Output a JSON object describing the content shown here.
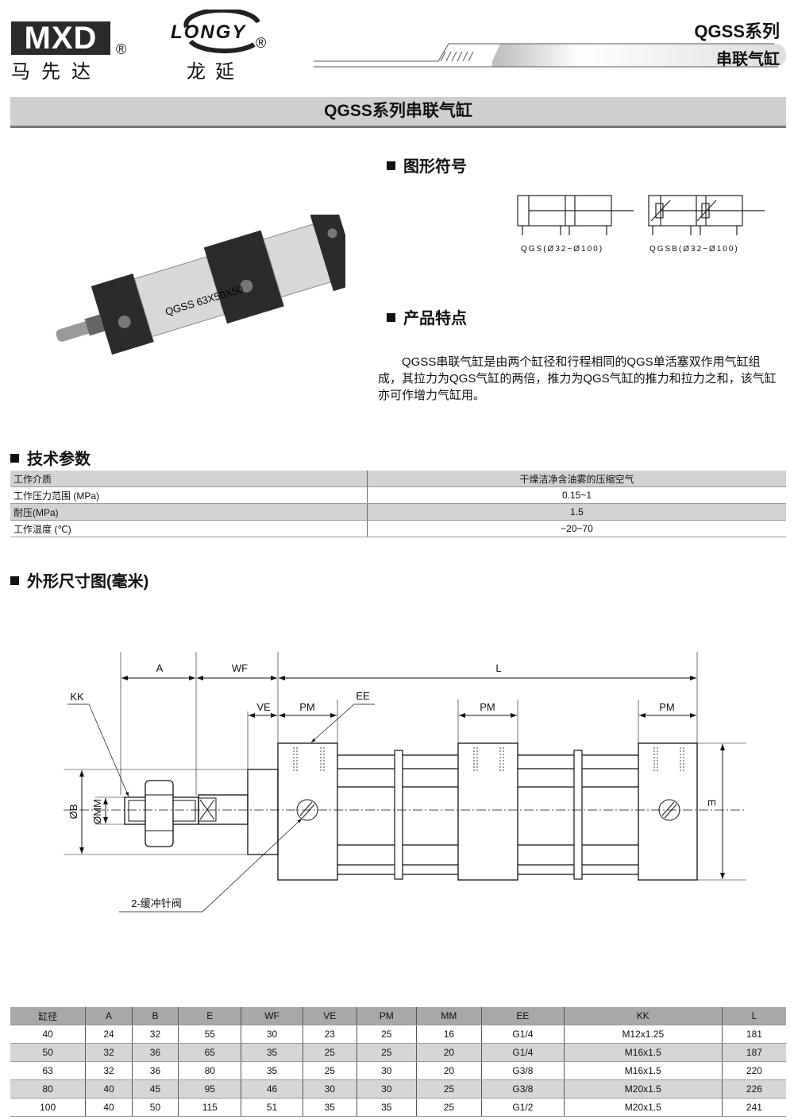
{
  "header": {
    "mxd_logo": "MXD",
    "mxd_cn": "马先达",
    "longy_logo": "LONGY",
    "longy_cn": "龙延",
    "registered": "®",
    "series": "QGSS系列",
    "subseries": "串联气缸"
  },
  "title": "QGSS系列串联气缸",
  "symbol": {
    "heading": "图形符号",
    "labels": [
      "QGS(Ø32−Ø100)",
      "QGSB(Ø32−Ø100)"
    ]
  },
  "features": {
    "heading": "产品特点",
    "text": "QGSS串联气缸是由两个缸径和行程相同的QGS单活塞双作用气缸组成，其拉力为QGS气缸的两倍，推力为QGS气缸的推力和拉力之和，该气缸亦可作增力气缸用。"
  },
  "product_label": "QGSS 63X50X50",
  "tech": {
    "heading": "技术参数",
    "rows": [
      [
        "工作介质",
        "干燥洁净含油雾的压缩空气"
      ],
      [
        "工作压力范围 (MPa)",
        "0.15~1"
      ],
      [
        "耐压(MPa)",
        "1.5"
      ],
      [
        "工作温度 (℃)",
        "−20~70"
      ]
    ]
  },
  "drawing": {
    "heading": "外形尺寸图(毫米)",
    "labels": {
      "A": "A",
      "WF": "WF",
      "L": "L",
      "KK": "KK",
      "VE": "VE",
      "PM": "PM",
      "EE": "EE",
      "B": "ØB",
      "MM": "ØMM",
      "E": "E",
      "valve": "2-缓冲针阀"
    }
  },
  "dims": {
    "headers": [
      "缸径",
      "A",
      "B",
      "E",
      "WF",
      "VE",
      "PM",
      "MM",
      "EE",
      "KK",
      "L"
    ],
    "rows": [
      [
        "40",
        "24",
        "32",
        "55",
        "30",
        "23",
        "25",
        "16",
        "G1/4",
        "M12x1.25",
        "181"
      ],
      [
        "50",
        "32",
        "36",
        "65",
        "35",
        "25",
        "25",
        "20",
        "G1/4",
        "M16x1.5",
        "187"
      ],
      [
        "63",
        "32",
        "36",
        "80",
        "35",
        "25",
        "30",
        "20",
        "G3/8",
        "M16x1.5",
        "220"
      ],
      [
        "80",
        "40",
        "45",
        "95",
        "46",
        "30",
        "30",
        "25",
        "G3/8",
        "M20x1.5",
        "226"
      ],
      [
        "100",
        "40",
        "50",
        "115",
        "51",
        "35",
        "35",
        "25",
        "G1/2",
        "M20x1.5",
        "241"
      ]
    ]
  }
}
